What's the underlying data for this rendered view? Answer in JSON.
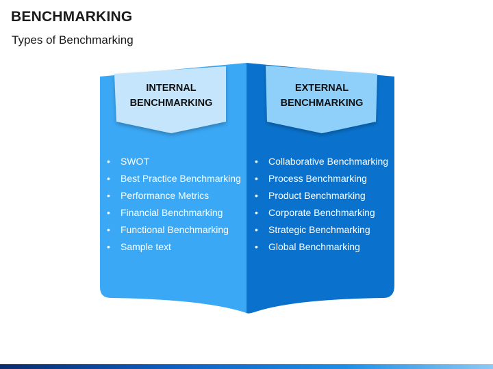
{
  "title": "BENCHMARKING",
  "subtitle": "Types of Benchmarking",
  "colors": {
    "left_panel": "#3ba8f5",
    "right_panel": "#0a72cc",
    "left_tab": "#c4e5fb",
    "right_tab": "#8fd0fb"
  },
  "panels": [
    {
      "heading_line1": "INTERNAL",
      "heading_line2": "BENCHMARKING",
      "items": [
        "SWOT",
        "Best Practice Benchmarking",
        "Performance Metrics",
        "Financial Benchmarking",
        "Functional Benchmarking",
        "Sample text"
      ]
    },
    {
      "heading_line1": "EXTERNAL",
      "heading_line2": "BENCHMARKING",
      "items": [
        "Collaborative Benchmarking",
        "Process Benchmarking",
        "Product Benchmarking",
        "Corporate Benchmarking",
        "Strategic Benchmarking",
        "Global Benchmarking"
      ]
    }
  ]
}
